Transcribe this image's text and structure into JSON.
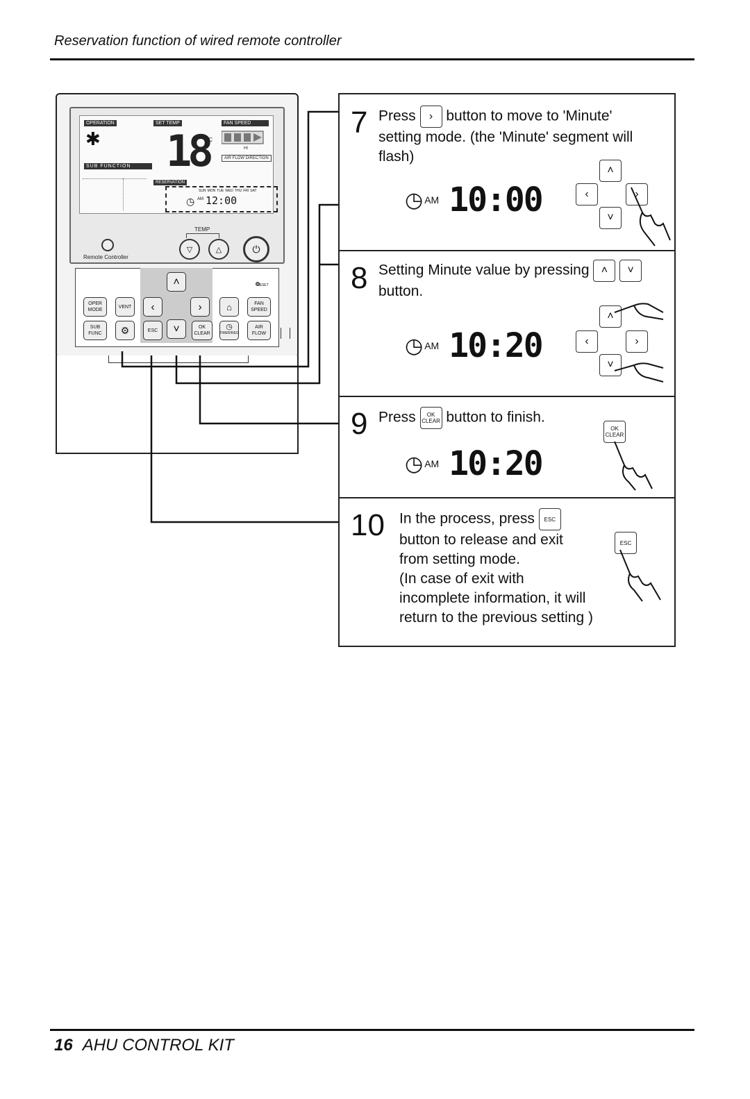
{
  "header": {
    "title": "Reservation function of wired remote controller"
  },
  "remote": {
    "operation_label": "OPERATION",
    "set_temp_label": "SET TEMP",
    "fan_speed_label": "FAN SPEED",
    "hi_label": "HI",
    "air_flow_label": "AIR FLOW DIRECTION",
    "sub_function_label": "SUB FUNCTION",
    "reservation_label": "RESERVATION",
    "temp_value": "18",
    "temp_unit": "°C",
    "days": [
      "SUN",
      "MON",
      "TUE",
      "WED",
      "THU",
      "FRI",
      "SAT"
    ],
    "am_label": "AM",
    "lcd_time": "12:00",
    "temp_caption": "TEMP",
    "remote_caption": "Remote Controller",
    "reset_label": "RESET",
    "buttons": {
      "oper_mode": "OPER MODE",
      "vent": "VENT",
      "fan_speed": "FAN SPEED",
      "sub_func": "SUB FUNC",
      "esc": "ESC",
      "ok": "OK",
      "clear": "CLEAR",
      "timer": "TIMER/REG",
      "air_flow": "AIR FLOW"
    }
  },
  "steps": [
    {
      "number": "7",
      "text_before": "Press",
      "text_after": "button to move to 'Minute'",
      "text_rest": "setting mode. (the 'Minute' segment will flash)",
      "am": "AM",
      "time": "10:00"
    },
    {
      "number": "8",
      "text": "Setting Minute value by pressing",
      "text_rest": "button.",
      "am": "AM",
      "time": "10:20"
    },
    {
      "number": "9",
      "text_before": "Press",
      "text_after": "button to finish.",
      "am": "AM",
      "time": "10:20",
      "ok": "OK",
      "clear": "CLEAR"
    },
    {
      "number": "10",
      "line1": "In the process, press",
      "line2": "button to release and exit",
      "line3": "from setting mode.",
      "line4": "(In case of exit with",
      "line5": "incomplete information, it will",
      "line6": "return to the previous setting )",
      "esc": "ESC"
    }
  ],
  "footer": {
    "page_number": "16",
    "title": "AHU CONTROL KIT"
  }
}
